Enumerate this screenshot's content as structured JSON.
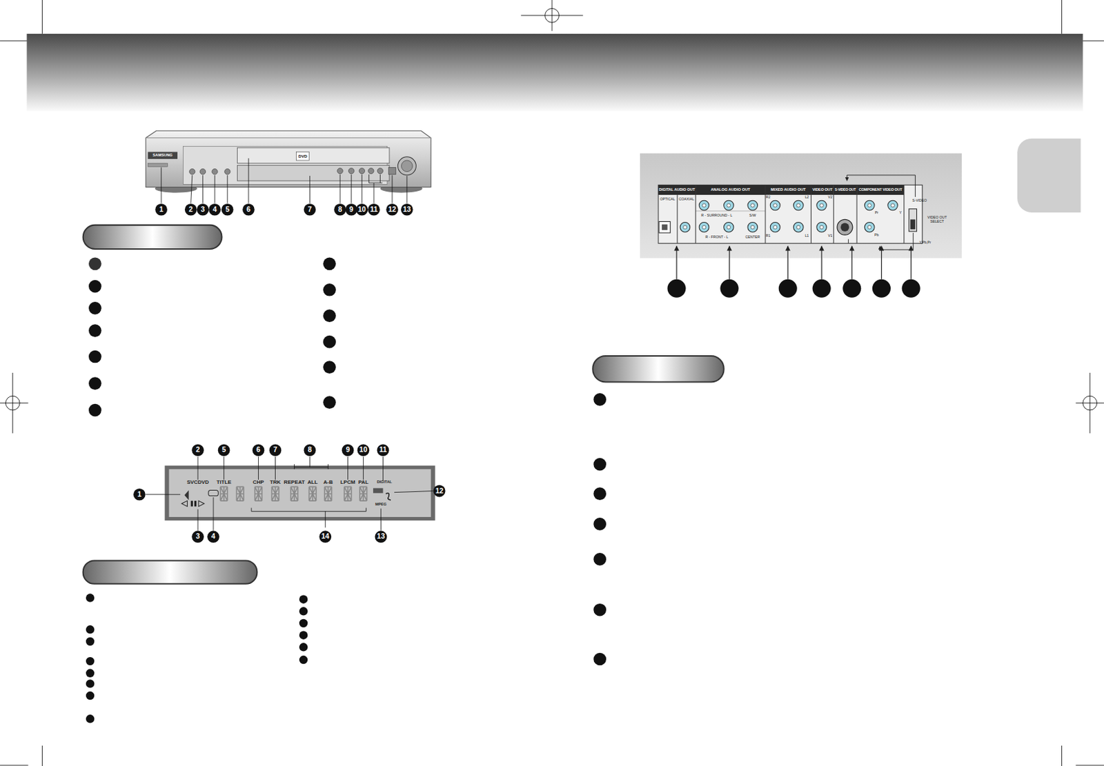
{
  "diagram": {
    "labels": [
      "1",
      "2",
      "3",
      "4",
      "5",
      "6",
      "7",
      "8",
      "9",
      "10",
      "11",
      "12",
      "13",
      "SAMSUNG",
      "DVD",
      "SVCDVD",
      "TITLE",
      "CHP",
      "TRK",
      "REPEAT",
      "ALL",
      "A-B",
      "LPCM",
      "PAL",
      "DIGITAL",
      "MPEG",
      "1",
      "2",
      "3",
      "4",
      "5",
      "6",
      "7",
      "8",
      "9",
      "10",
      "11",
      "12",
      "13",
      "14",
      "DIGITAL AUDIO OUT",
      "OPTICAL",
      "COAXIAL",
      "ANALOG AUDIO OUT",
      "R - SURROUND - L",
      "S/W",
      "R - FRONT - L",
      "CENTER",
      "MIXED AUDIO OUT",
      "R2",
      "L2",
      "R1",
      "L1",
      "VIDEO OUT",
      "V2",
      "V1",
      "S-VIDEO OUT",
      "COMPONENT VIDEO OUT",
      "Pr",
      "Y",
      "Pb",
      "S-VIDEO",
      "VIDEO OUT SELECT",
      "Y,Pb,Pr"
    ]
  }
}
